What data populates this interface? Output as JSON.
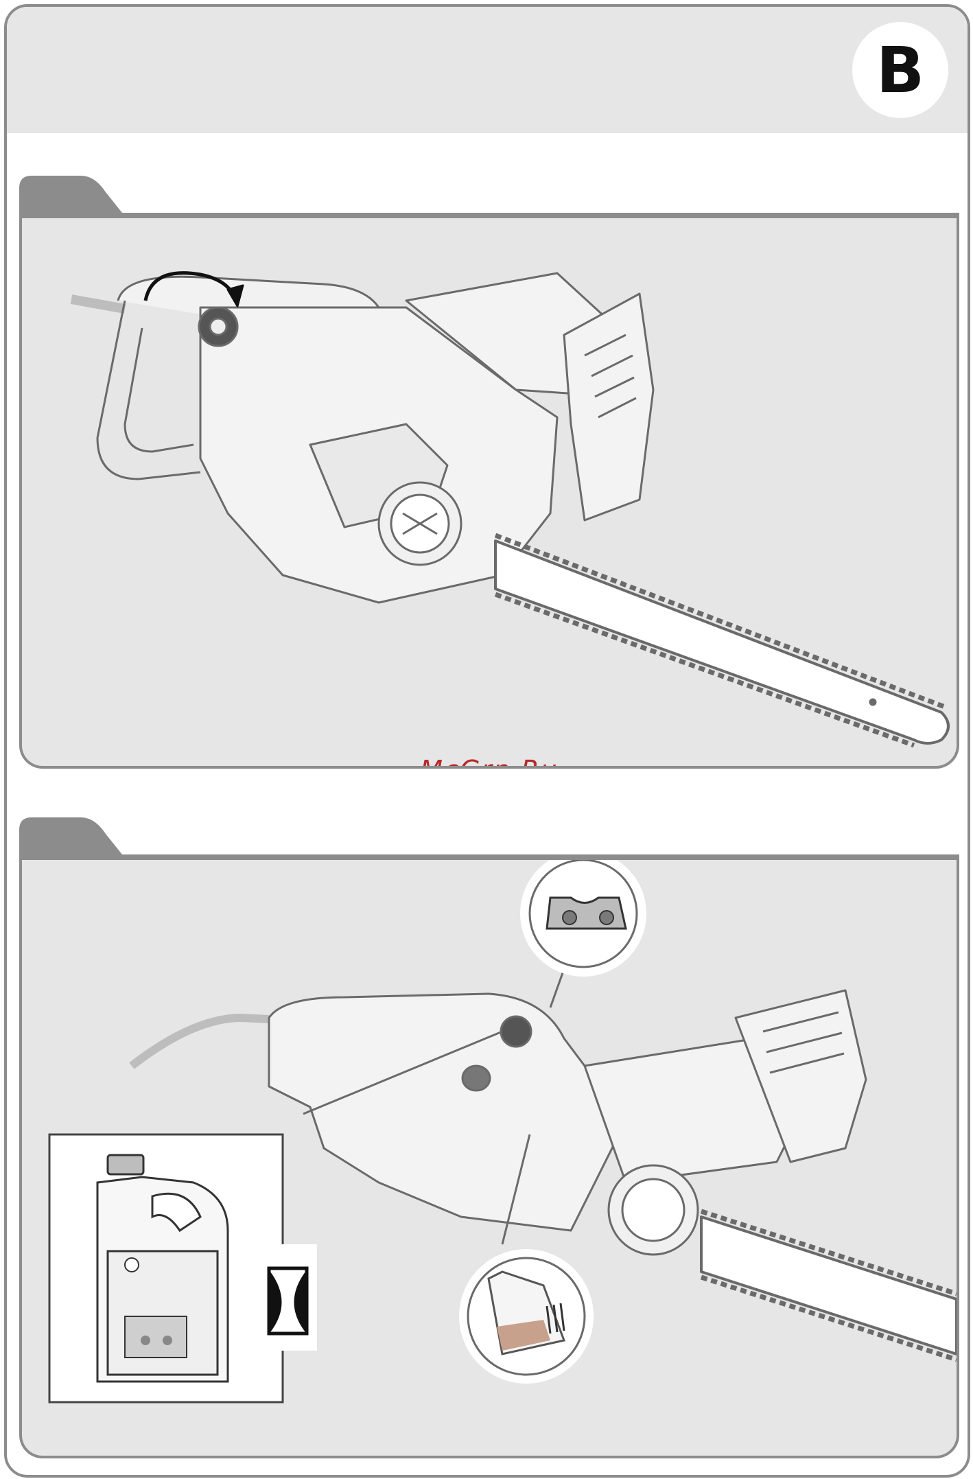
{
  "page": {
    "section_badge": "B",
    "watermark": "McGrp.Ru"
  },
  "colors": {
    "panel_bg": "#e6e6e6",
    "border": "#8c8c8c",
    "watermark": "#b52a2a"
  },
  "icons": {
    "top_panel": [
      "chainsaw-illustration",
      "rotate-arrow-icon",
      "cap-knob-icon"
    ],
    "bottom_panel": [
      "chainsaw-illustration",
      "oil-bottle-icon",
      "chain-link-icon",
      "oil-level-window-icon",
      "oil-drop-symbol-icon"
    ]
  }
}
